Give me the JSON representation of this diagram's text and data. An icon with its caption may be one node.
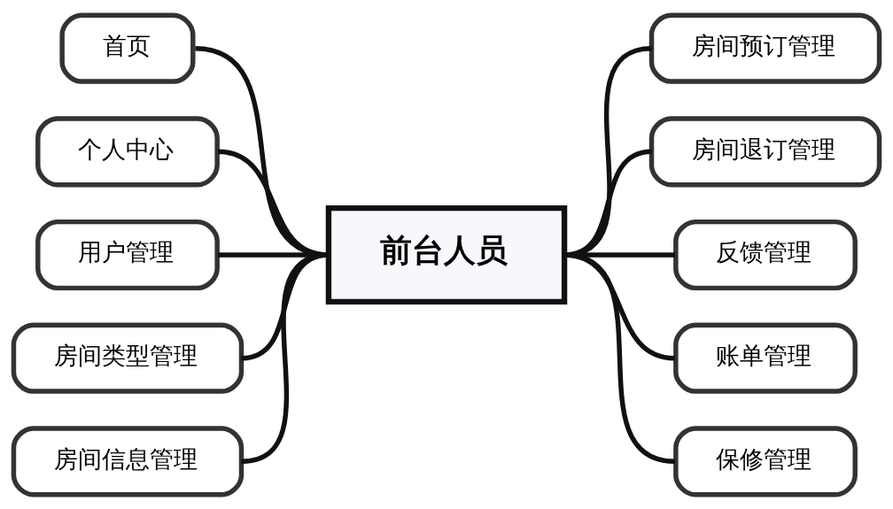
{
  "diagram": {
    "nodes": [
      {
        "text": [
          "前台人员"
        ]
      },
      {
        "text": [
          "首页"
        ]
      },
      {
        "text": [
          "个人中心"
        ]
      },
      {
        "text": [
          "用户管理"
        ]
      },
      {
        "text": [
          "房间类型管理"
        ]
      },
      {
        "text": [
          "房间信息管理"
        ]
      },
      {
        "text": [
          "房间预订管理"
        ]
      },
      {
        "text": [
          "房间退订管理"
        ]
      },
      {
        "text": [
          "反馈管理"
        ]
      },
      {
        "text": [
          "账单管理"
        ]
      },
      {
        "text": [
          "保修管理"
        ]
      }
    ],
    "edges": [
      {
        "from": 0,
        "to": 1,
        "arrow": "none"
      },
      {
        "from": 0,
        "to": 2,
        "arrow": "none"
      },
      {
        "from": 0,
        "to": 3,
        "arrow": "none"
      },
      {
        "from": 0,
        "to": 4,
        "arrow": "none"
      },
      {
        "from": 0,
        "to": 5,
        "arrow": "none"
      },
      {
        "from": 0,
        "to": 6,
        "arrow": "none"
      },
      {
        "from": 0,
        "to": 7,
        "arrow": "none"
      },
      {
        "from": 0,
        "to": 8,
        "arrow": "none"
      },
      {
        "from": 0,
        "to": 9,
        "arrow": "none"
      },
      {
        "from": 0,
        "to": 10,
        "arrow": "none"
      }
    ]
  }
}
